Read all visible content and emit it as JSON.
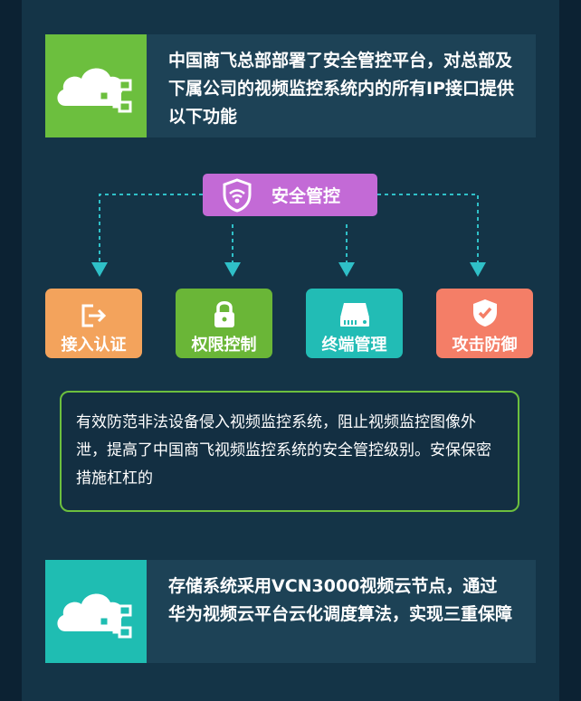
{
  "top_card": {
    "text": "中国商飞总部部署了安全管控平台，对总部及下属公司的视频监控系统内的所有IP接口提供以下功能",
    "icon": "cloud-network-icon",
    "accent": "#6cbf3e"
  },
  "center": {
    "label": "安全管控",
    "icon": "wifi-shield-icon",
    "color": "#c36ad6"
  },
  "features": [
    {
      "label": "接入认证",
      "icon": "login-icon",
      "color": "#f3a35c"
    },
    {
      "label": "权限控制",
      "icon": "lock-icon",
      "color": "#6ab637"
    },
    {
      "label": "终端管理",
      "icon": "server-icon",
      "color": "#22bcb5"
    },
    {
      "label": "攻击防御",
      "icon": "shield-check-icon",
      "color": "#f47e67"
    }
  ],
  "description": "有效防范非法设备侵入视频监控系统，阻止视频监控图像外泄，提高了中国商飞视频监控系统的安全管控级别。安保保密措施杠杠的",
  "bottom_card": {
    "text": "存储系统采用VCN3000视频云节点，通过华为视频云平台云化调度算法，实现三重保障",
    "icon": "cloud-network-icon",
    "accent": "#1fbdb2"
  }
}
